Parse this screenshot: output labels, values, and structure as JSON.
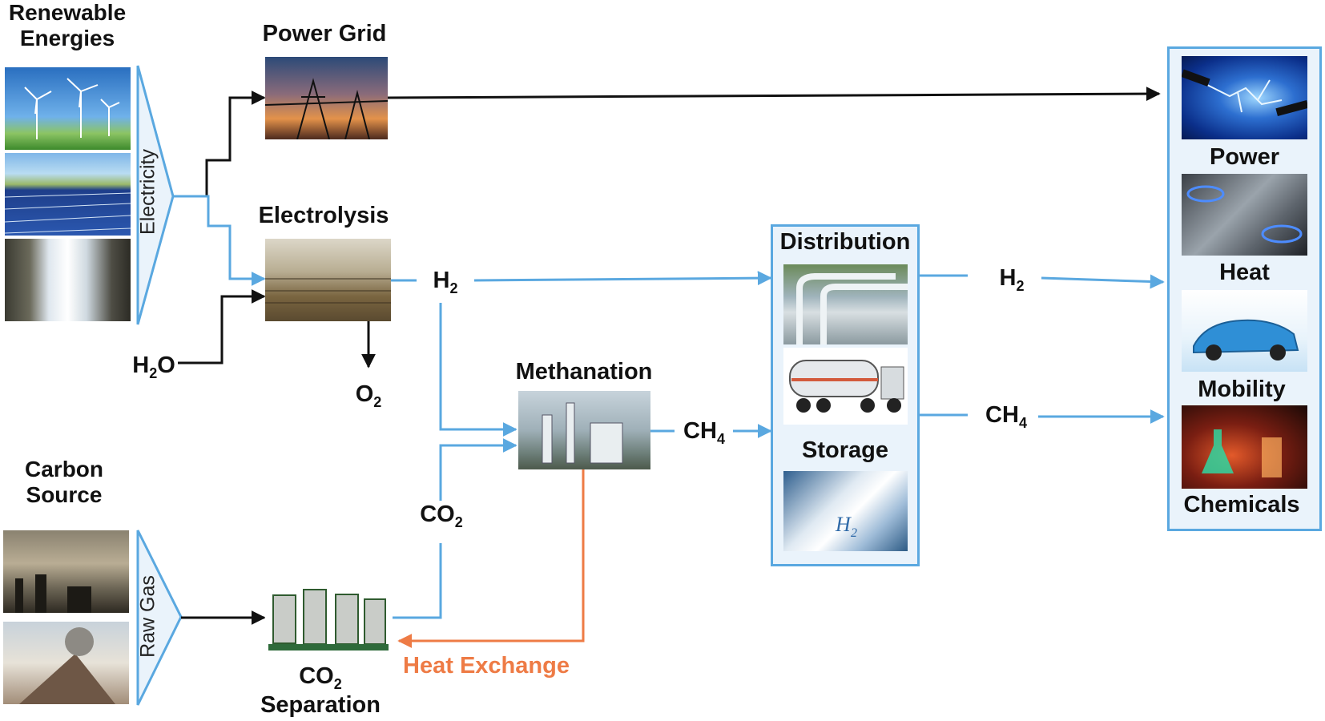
{
  "sources": {
    "renewable_title": "Renewable\nEnergies",
    "electricity_label": "Electricity",
    "carbon_title": "Carbon\nSource",
    "raw_gas_label": "Raw Gas"
  },
  "nodes": {
    "power_grid": "Power Grid",
    "electrolysis": "Electrolysis",
    "methanation": "Methanation",
    "co2_separation_line2": "Separation",
    "distribution": "Distribution",
    "storage": "Storage"
  },
  "species": {
    "h2_main": "H",
    "h2_main_sub": "2",
    "h2o": "H",
    "h2o_sub": "2",
    "h2o_tail": "O",
    "o2": "O",
    "o2_sub": "2",
    "co2": "CO",
    "co2_sub": "2",
    "ch4": "CH",
    "ch4_sub": "4",
    "h2_out": "H",
    "h2_out_sub": "2",
    "ch4_out": "CH",
    "ch4_out_sub": "4",
    "co2_sep": "CO",
    "co2_sep_sub": "2"
  },
  "heat_exchange": "Heat Exchange",
  "outputs": {
    "power": "Power",
    "heat": "Heat",
    "mobility": "Mobility",
    "chemicals": "Chemicals"
  },
  "colors": {
    "blue_flow": "#5aa8e0",
    "black_flow": "#111111",
    "orange_flow": "#ee7b45",
    "box_border": "#5aa8e0"
  },
  "icons": [
    "wind-turbines-photo",
    "solar-farm-photo",
    "hydro-dam-photo",
    "power-grid-photo",
    "electrolysis-plant-photo",
    "methanation-plant-photo",
    "co2-separation-unit-photo",
    "pipeline-photo",
    "tanker-truck-photo",
    "h2-storage-tank-photo",
    "electric-spark-photo",
    "gas-burner-photo",
    "fuel-cell-car-photo",
    "chemical-flasks-photo",
    "power-plant-smoke-photo",
    "volcano-photo"
  ]
}
